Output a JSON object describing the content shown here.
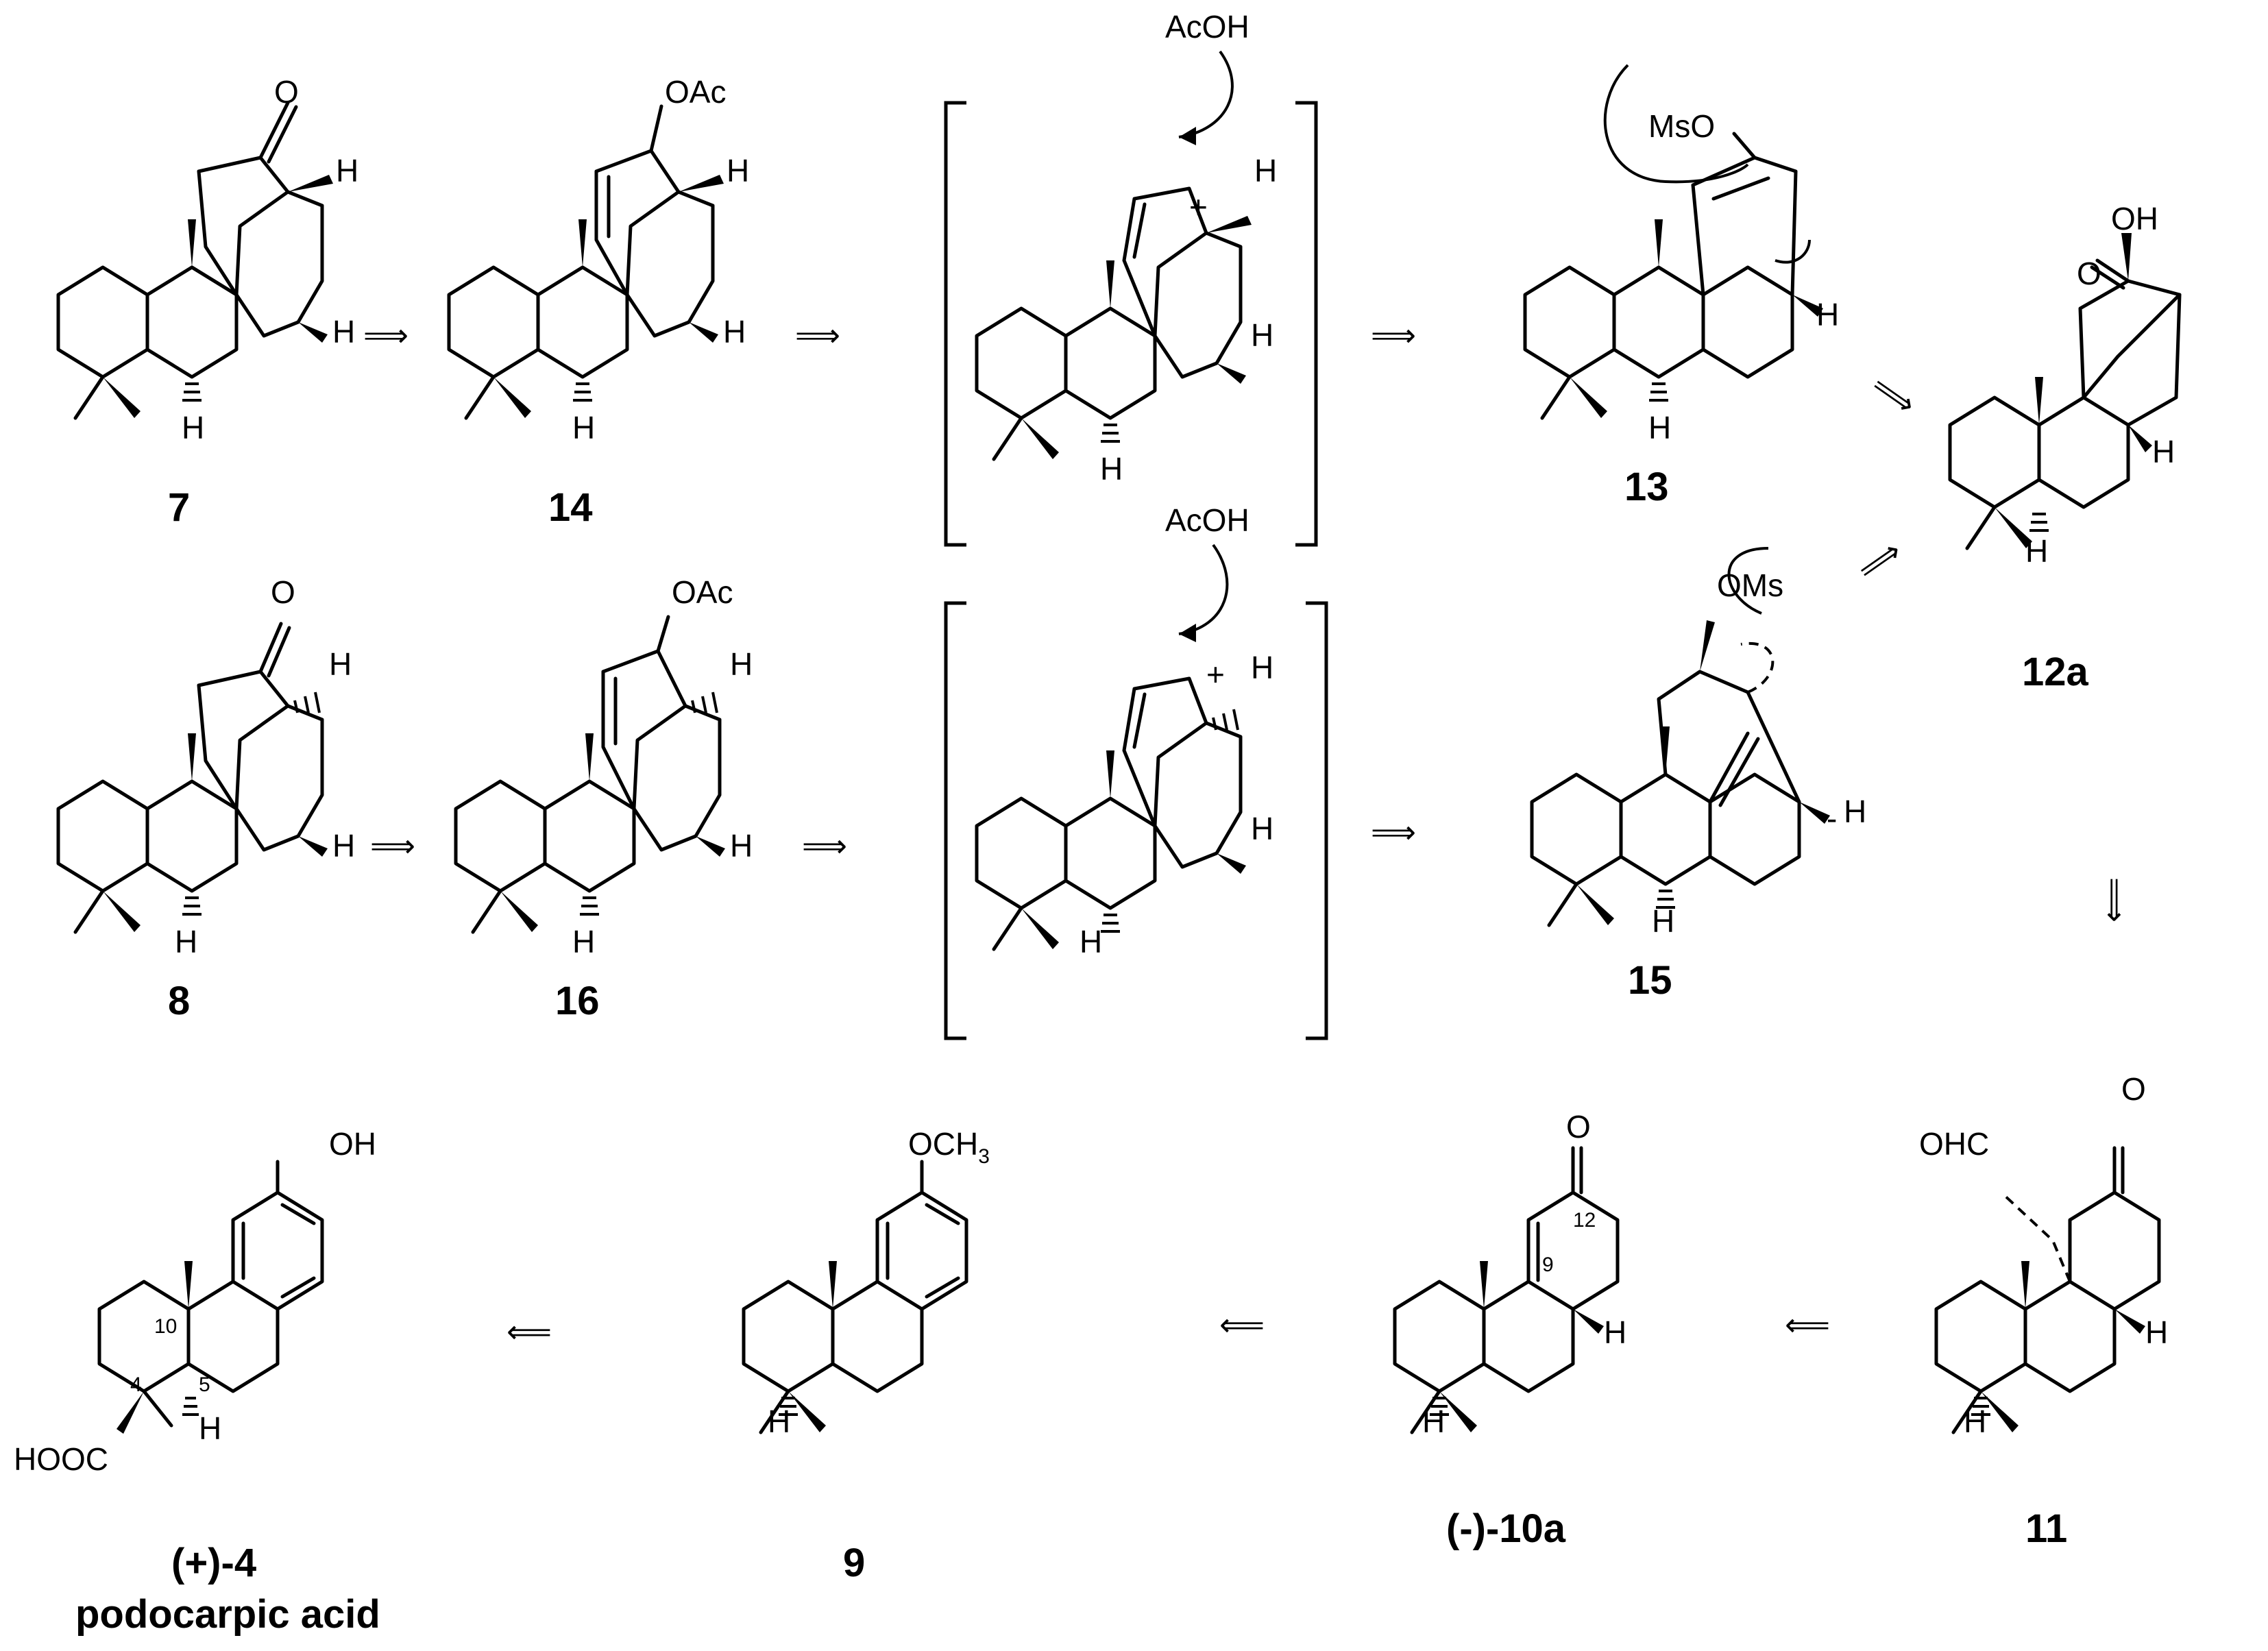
{
  "compounds": {
    "c7": "7",
    "c14": "14",
    "c13": "13",
    "c12a": "12a",
    "c8": "8",
    "c16": "16",
    "c15": "15",
    "c11": "11",
    "c10a": "(-)-10a",
    "c9": "9",
    "c4": "(+)-4",
    "c4_name": "podocarpic acid"
  },
  "groups": {
    "ketone_o": "O",
    "oac": "OAc",
    "acoh": "AcOH",
    "plus": "+",
    "mso": "MsO",
    "oms": "OMs",
    "oh": "OH",
    "h": "H",
    "ohc": "OHC",
    "och": "OCH",
    "och_sub": "3",
    "hooc": "HOOC",
    "minus": "-"
  },
  "atom_numbers": {
    "n12": "12",
    "n9": "9",
    "n10": "10",
    "n4": "4",
    "n5": "5"
  },
  "arrows": {
    "retro_symbol": "⟹"
  }
}
